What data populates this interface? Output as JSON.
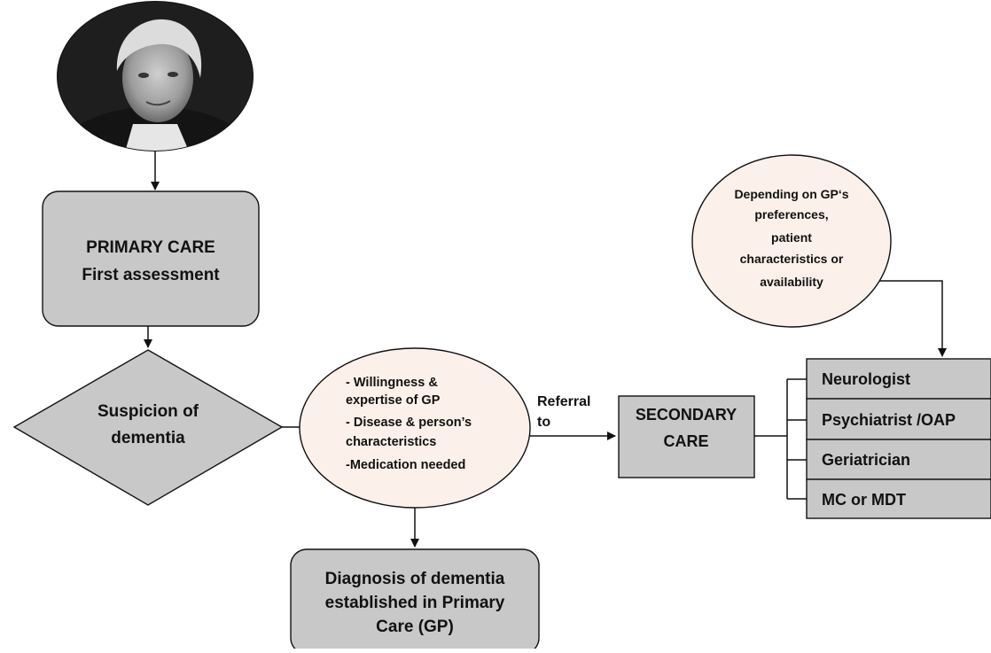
{
  "patient_photo": {
    "icon": "woman-portrait-photo"
  },
  "primary_care": {
    "line1": "PRIMARY CARE",
    "line2": "First assessment"
  },
  "suspicion": {
    "line1": "Suspicion of",
    "line2": "dementia"
  },
  "factors": {
    "lines": [
      "- Willingness &",
      "expertise of GP",
      "- Disease & person’s",
      "characteristics",
      "-Medication needed"
    ]
  },
  "diagnosis": {
    "lines": [
      "Diagnosis of dementia",
      "established in Primary",
      "Care (GP)"
    ]
  },
  "referral": {
    "line1": "Referral",
    "line2": "to"
  },
  "secondary_care": {
    "line1": "SECONDARY",
    "line2": "CARE"
  },
  "specialists": [
    "Neurologist",
    "Psychiatrist /OAP",
    "Geriatrician",
    "MC or MDT"
  ],
  "preferences": {
    "lines": [
      "Depending on GP‘s",
      "preferences,",
      "patient",
      "characteristics or",
      "availability"
    ]
  }
}
